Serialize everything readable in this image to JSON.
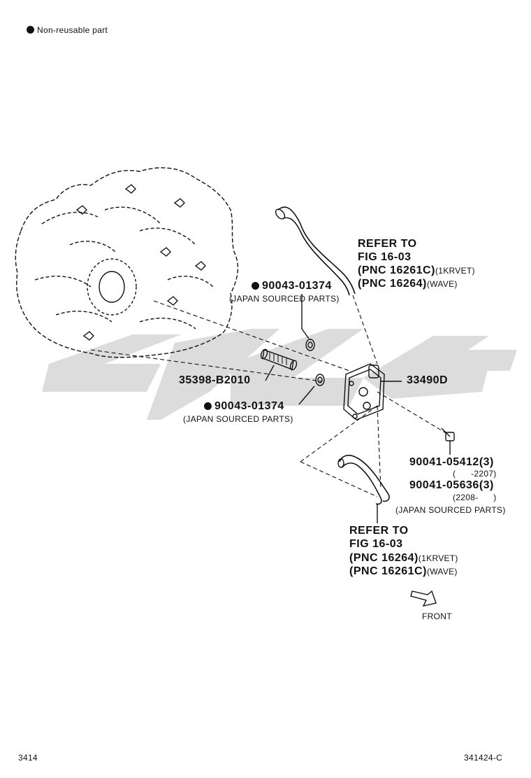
{
  "legend": {
    "text": "Non-reusable part"
  },
  "parts": {
    "gasket_upper": {
      "pn": "90043-01374",
      "note": "(JAPAN SOURCED PARTS)"
    },
    "pipe": {
      "pn": "35398-B2010"
    },
    "gasket_lower": {
      "pn": "90043-01374",
      "note": "(JAPAN SOURCED PARTS)"
    },
    "cooler": {
      "pn": "33490D"
    },
    "bolt_a": {
      "pn": "90041-05412(3)",
      "range": "(      -2207)"
    },
    "bolt_b": {
      "pn": "90041-05636(3)",
      "range": "(2208-      )",
      "note": "(JAPAN SOURCED PARTS)"
    }
  },
  "refer_upper": {
    "line1": "REFER TO",
    "line2": "FIG 16-03",
    "line3": "(PNC 16261C)",
    "line3_note": "(1KRVET)",
    "line4": "(PNC 16264)",
    "line4_note": "(WAVE)"
  },
  "refer_lower": {
    "line1": "REFER TO",
    "line2": "FIG 16-03",
    "line3": "(PNC 16264)",
    "line3_note": "(1KRVET)",
    "line4": "(PNC 16261C)",
    "line4_note": "(WAVE)"
  },
  "front_label": "FRONT",
  "footer": {
    "left": "3414",
    "right": "341424-C"
  },
  "watermark_color": "#d9d9d9"
}
